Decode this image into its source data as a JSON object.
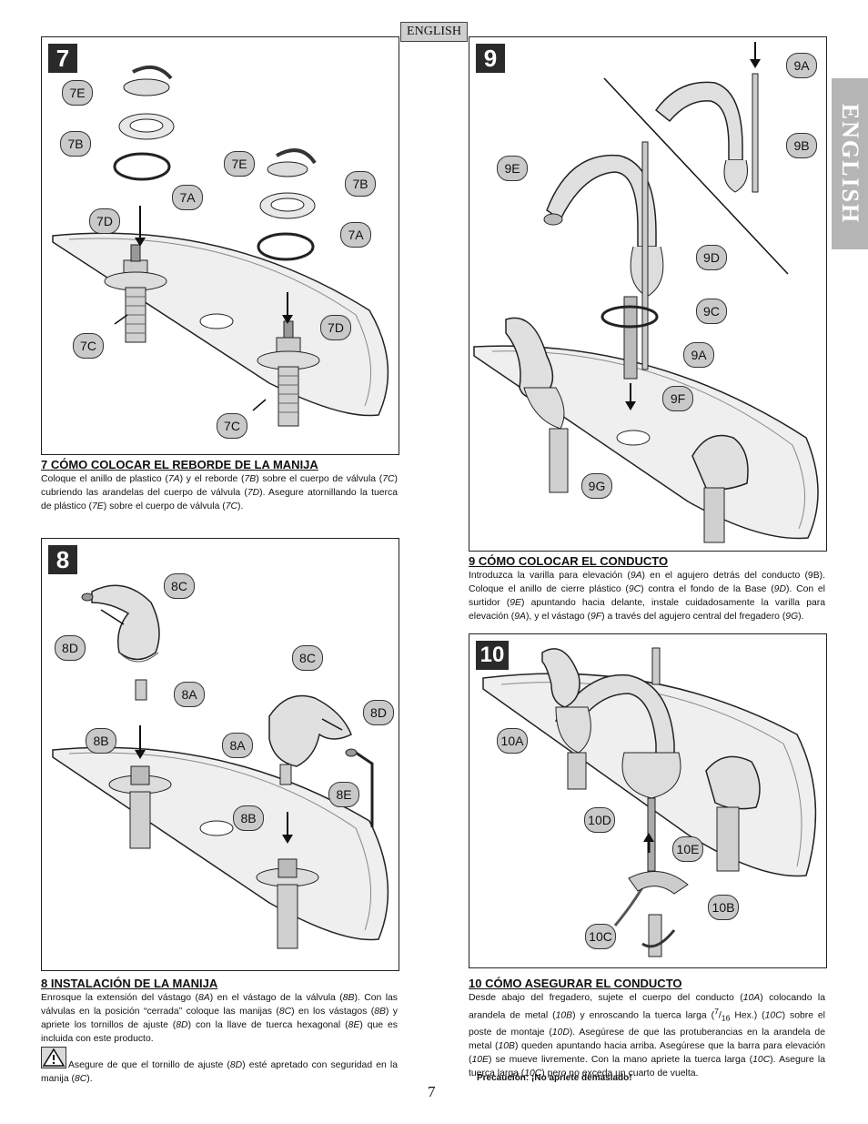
{
  "header": {
    "language_tag": "ENGLISH"
  },
  "sidebar": {
    "tab_label": "ENGLISH"
  },
  "page_number": "7",
  "steps": {
    "s7": {
      "number": "7",
      "callouts": [
        "7E",
        "7B",
        "7A",
        "7D",
        "7C",
        "7E",
        "7B",
        "7A",
        "7D",
        "7C"
      ],
      "title": "7  CÓMO COLOCAR EL REBORDE DE LA MANIJA",
      "text": [
        "Coloque el anillo de plastico (",
        "7A",
        ") y el reborde (",
        "7B",
        ") sobre el cuerpo de válvula (",
        "7C",
        ") cubriendo las arandelas del cuerpo de válvula (",
        "7D",
        "). Asegure atornillando la tuerca de plástico (",
        "7E",
        ") sobre el cuerpo de válvula (",
        "7C",
        ")."
      ]
    },
    "s8": {
      "number": "8",
      "callouts": [
        "8C",
        "8D",
        "8A",
        "8C",
        "8D",
        "8B",
        "8A",
        "8E",
        "8B"
      ],
      "title": "8  INSTALACIÓN DE LA MANIJA",
      "text": [
        "Enrosque la extensión del vástago (",
        "8A",
        ") en el vástago de la válvula (",
        "8B",
        "). Con las válvulas en la posición “cerrada” coloque las manijas (",
        "8C",
        ") en los vástagos (",
        "8B",
        ") y apriete los tornillos de ajuste (",
        "8D",
        ") con la llave de tuerca hexagonal (",
        "8E",
        ") que es incluida con este producto."
      ],
      "warning": [
        "Asegure de que el tornillo de ajuste (",
        "8D",
        ") esté apretado con seguridad en la manija (",
        "8C",
        ")."
      ]
    },
    "s9": {
      "number": "9",
      "callouts": [
        "9A",
        "9B",
        "9E",
        "9D",
        "9C",
        "9A",
        "9F",
        "9G"
      ],
      "title": "9  CÓMO COLOCAR EL CONDUCTO",
      "text": [
        "Introduzca la varilla para elevación (",
        "9A",
        ") en el agujero detrás del conducto (9B). Coloque el anillo de cierre plástico (",
        "9C",
        ") contra el fondo de la Base (",
        "9D",
        "). Con el surtidor (",
        "9E",
        ") apuntando hacia delante, instale cuidadosamente la varilla para elevación (",
        "9A",
        "), y el vástago (",
        "9F",
        ") a través del agujero central del fregadero (",
        "9G",
        ")."
      ]
    },
    "s10": {
      "number": "10",
      "callouts": [
        "10A",
        "10D",
        "10E",
        "10B",
        "10C"
      ],
      "title": "10  CÓMO ASEGURAR EL CONDUCTO",
      "text": [
        "Desde abajo del fregadero, sujete el cuerpo del conducto (",
        "10A",
        ") colocando la arandela de metal (",
        "10B",
        ") y enroscando la tuerca larga (",
        "7",
        "/",
        "16",
        " Hex.) (",
        "10C",
        ") sobre el poste de montaje (",
        "10D",
        "). Asegúrese de que las protuberancias en la arandela de metal (",
        "10B",
        ") queden apuntando hacia arriba. Asegúrese que la barra para elevación (",
        "10E",
        ") se mueve livremente. Con la mano apriete la tuerca larga (",
        "10C",
        "). Asegure la tuerca larga (",
        "10C",
        ") pero no exceda un cuarto de vuelta."
      ],
      "caution": "Precaución: ¡No apriete demasiado!"
    }
  }
}
